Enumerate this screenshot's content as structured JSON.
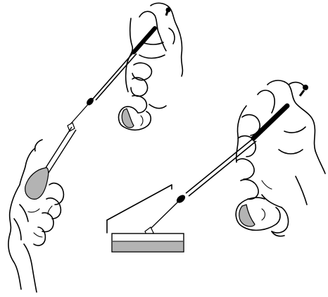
{
  "figure": {
    "colors": {
      "ink": "#000000",
      "skin_fill": "#ffffff",
      "shaded": "#b3b3b3",
      "background": "#ffffff"
    },
    "panels": [
      {
        "name": "swab-transfer-panel",
        "depicts": [
          "hand-holding-inoculating-loop",
          "hand-holding-swab"
        ]
      },
      {
        "name": "slide-streak-panel",
        "depicts": [
          "hand-holding-inoculating-loop",
          "glass-slide-with-sample"
        ]
      }
    ]
  }
}
